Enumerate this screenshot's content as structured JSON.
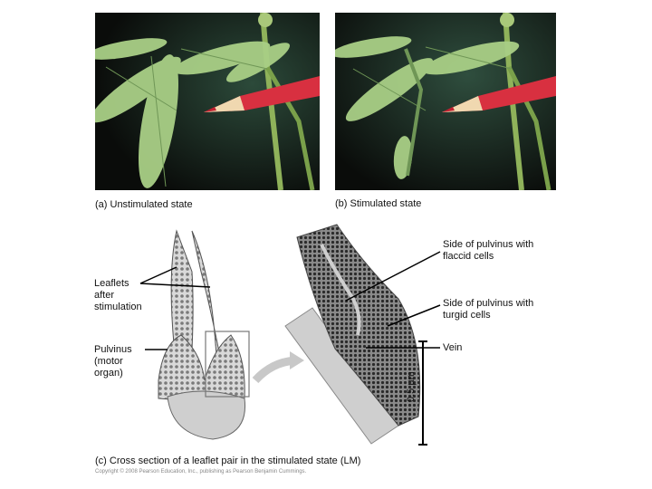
{
  "panel_a": {
    "caption": "(a) Unstimulated state"
  },
  "panel_b": {
    "caption": "(b) Stimulated state"
  },
  "panel_c": {
    "caption": "(c) Cross section of a leaflet pair in the stimulated state (LM)",
    "labels": {
      "leaflets": "Leaflets\nafter\nstimulation",
      "pulvinus": "Pulvinus\n(motor\norgan)",
      "flaccid": "Side of pulvinus with\nflaccid cells",
      "turgid": "Side of pulvinus with\nturgid cells",
      "vein": "Vein"
    },
    "scale_bar": "0.5 µm"
  },
  "copyright": "Copyright © 2008 Pearson Education, Inc., publishing as Pearson Benjamin Cummings."
}
